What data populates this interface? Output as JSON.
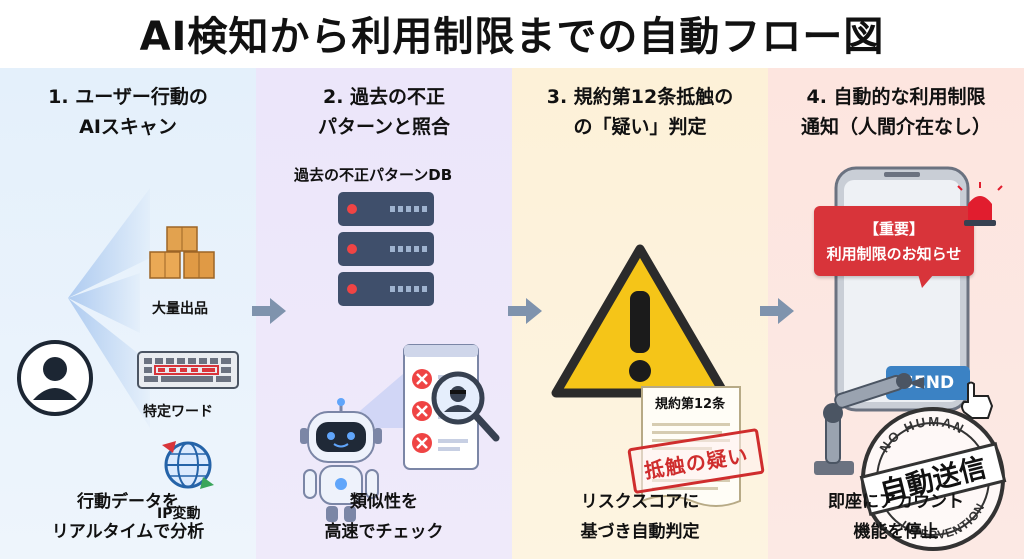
{
  "title": "AI検知から利用制限までの自動フロー図",
  "steps": [
    {
      "title_line1": "1. ユーザー行動の",
      "title_line2": "AIスキャン",
      "items": [
        "大量出品",
        "特定ワード",
        "IP変動"
      ],
      "caption_line1": "行動データを",
      "caption_line2": "リアルタイムで分析"
    },
    {
      "title_line1": "2. 過去の不正",
      "title_line2": "パターンと照合",
      "db_label": "過去の不正パターンDB",
      "caption_line1": "類似性を",
      "caption_line2": "高速でチェック"
    },
    {
      "title_line1": "3. 規約第12条抵触の",
      "title_line2": "の「疑い」判定",
      "doc_label": "規約第12条",
      "stamp_label": "抵触の疑い",
      "caption_line1": "リスクスコアに",
      "caption_line2": "基づき自動判定"
    },
    {
      "title_line1": "4. 自動的な利用制限",
      "title_line2": "通知（人間介在なし）",
      "notice_line1": "【重要】",
      "notice_line2": "利用制限のお知らせ",
      "send_label": "SEND",
      "stamp_main": "自動送信",
      "stamp_top": "NO HUMAN",
      "stamp_bottom": "INTERVENTION",
      "caption_line1": "即座にアカウント",
      "caption_line2": "機能を停止"
    }
  ],
  "colors": {
    "panel1": "#e4f0fb",
    "panel2": "#ece6fa",
    "panel3": "#fdf1d8",
    "panel4": "#fde5df",
    "arrow": "#7f93ad",
    "warning": "#f5c518",
    "alert_red": "#d8343a",
    "server": "#3f4f6b"
  },
  "icons": [
    "user-icon",
    "boxes-icon",
    "keyboard-icon",
    "globe-icon",
    "server-icon",
    "robot-icon",
    "magnifier-icon",
    "warning-icon",
    "document-icon",
    "phone-icon",
    "robot-arm-icon",
    "siren-icon",
    "stamp-icon"
  ]
}
